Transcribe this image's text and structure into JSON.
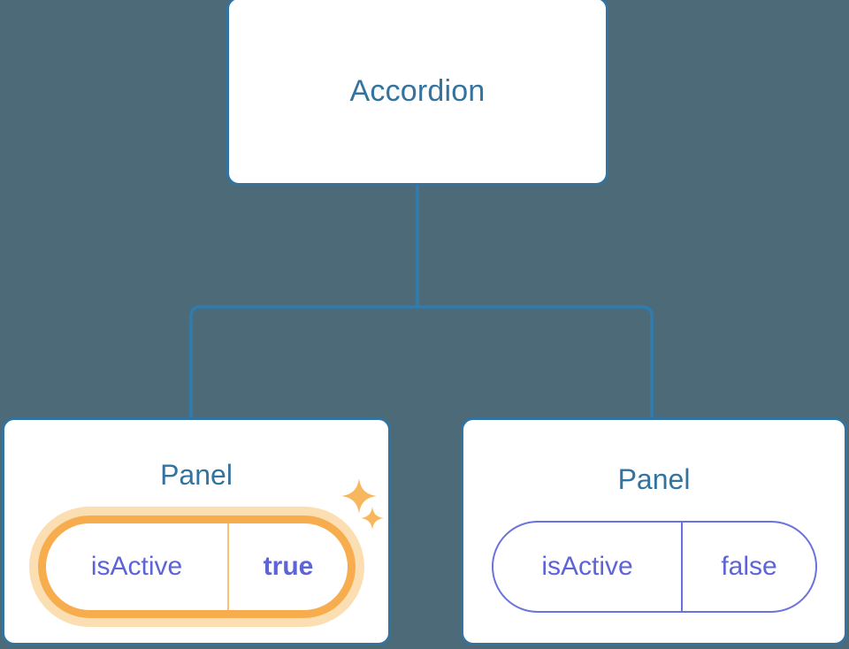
{
  "theme": {
    "background": "#4c6a77",
    "node_border": "#33739f",
    "node_fill": "#ffffff",
    "node_title_color": "#33739f",
    "connector_color": "#2f7cb0",
    "prop_text_color": "#5c64d8",
    "prop_border_color": "#6a72dd",
    "highlight_stroke": "#f7ac4e",
    "highlight_glow": "#fbdfb2",
    "highlight_divider": "#f7c274",
    "sparkle_color": "#f7b75c"
  },
  "diagram": {
    "type": "component-tree",
    "root": {
      "id": "accordion",
      "title": "Accordion"
    },
    "children": [
      {
        "id": "panel-left",
        "title": "Panel",
        "highlighted": true,
        "prop": {
          "key": "isActive",
          "value": "true",
          "value_bold": true
        },
        "sparkles": [
          {
            "name": "sparkle-large"
          },
          {
            "name": "sparkle-small"
          }
        ]
      },
      {
        "id": "panel-right",
        "title": "Panel",
        "highlighted": false,
        "prop": {
          "key": "isActive",
          "value": "false",
          "value_bold": false
        }
      }
    ]
  }
}
